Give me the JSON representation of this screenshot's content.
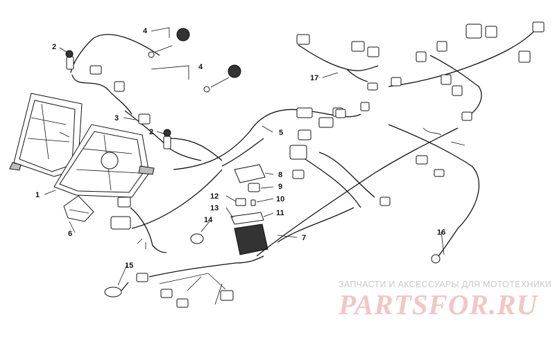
{
  "callouts": [
    "1",
    "2",
    "2",
    "3",
    "4",
    "4",
    "5",
    "6",
    "7",
    "8",
    "9",
    "10",
    "11",
    "12",
    "13",
    "14",
    "15",
    "16",
    "17"
  ],
  "watermark": {
    "tagline": "ЗАПЧАСТИ И АКСЕССУАРЫ ДЛЯ МОТОТЕХНИКИ",
    "logo": "PARTSFOR.RU"
  }
}
